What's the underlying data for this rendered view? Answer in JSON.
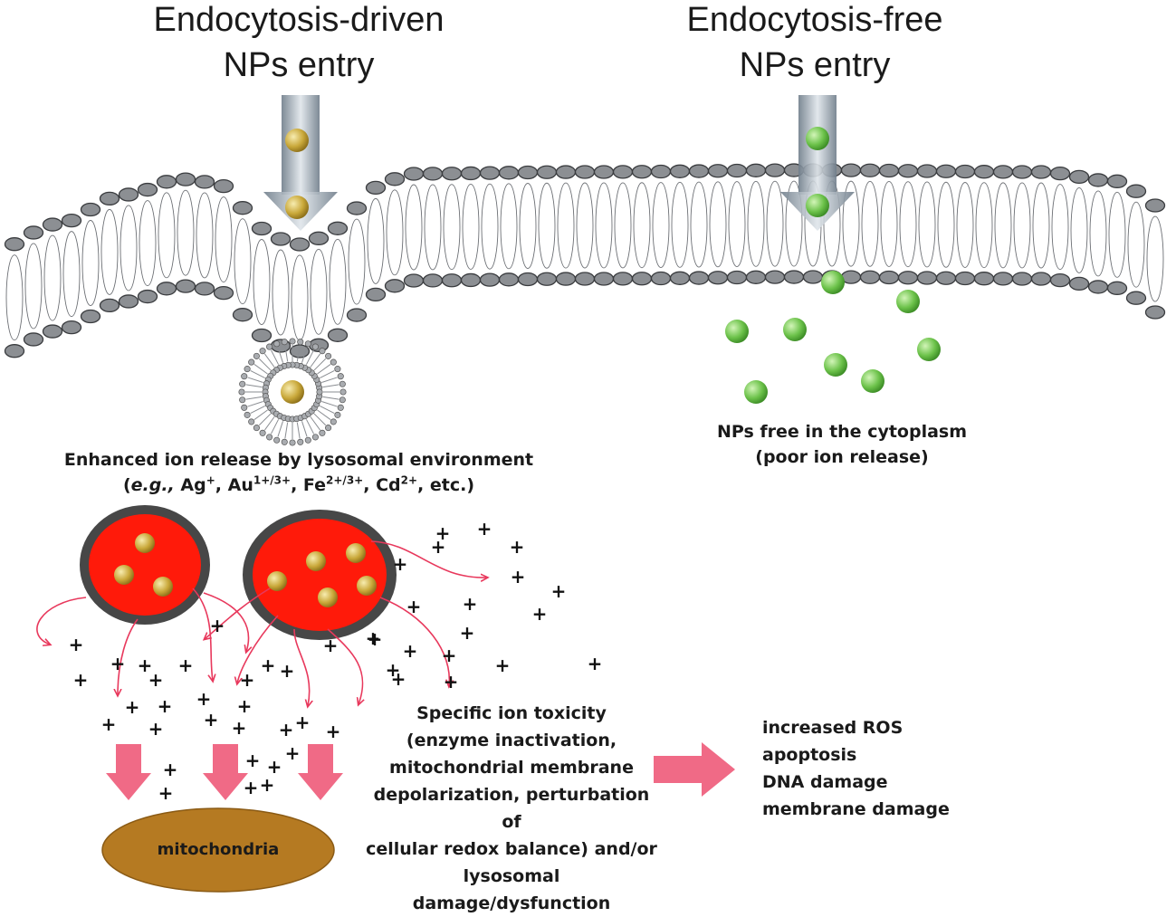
{
  "titles": {
    "left_line1": "Endocytosis-driven",
    "left_line2": "NPs entry",
    "right_line1": "Endocytosis-free",
    "right_line2": "NPs entry"
  },
  "labels": {
    "np_free_line1": "NPs free in the cytoplasm",
    "np_free_line2": "(poor ion release)",
    "enhanced_line1": "Enhanced ion release by lysosomal environment",
    "ions_eg": "e.g.,",
    "ion_ag": "Ag",
    "ion_ag_charge": "+",
    "ion_au": "Au",
    "ion_au_charge": "1+/3+",
    "ion_fe": "Fe",
    "ion_fe_charge": "2+/3+",
    "ion_cd": "Cd",
    "ion_cd_charge": "2+",
    "ions_etc": "etc.",
    "toxicity_lines": [
      "Specific ion toxicity",
      "(enzyme inactivation,",
      "mitochondrial membrane",
      "depolarization, perturbation of",
      "cellular redox balance) and/or",
      "lysosomal damage/dysfunction"
    ],
    "outcomes": [
      "increased ROS",
      "apoptosis",
      "DNA damage",
      "membrane damage"
    ],
    "mitochondria": "mitochondria"
  },
  "colors": {
    "membrane_head": "#8c8f93",
    "membrane_head_stroke": "#3a3c3f",
    "gold_np": "#c9a83a",
    "green_np": "#6cc24a",
    "lysosome_red": "#ff1a0a",
    "lysosome_rim": "#474747",
    "ion_arrow": "#e8385c",
    "pink_arrow": "#f06a86",
    "mitochondria": "#b57a22"
  },
  "icons": {
    "plus_ion": "plus-icon",
    "entry_arrow": "arrow-down-icon",
    "pink_arrow": "block-arrow-icon"
  }
}
